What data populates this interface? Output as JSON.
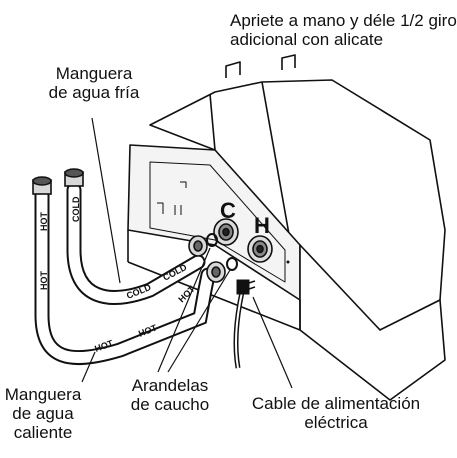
{
  "labels": {
    "instruction": [
      "Apriete a mano y déle 1/2 giro",
      "adicional con alicate"
    ],
    "cold_hose": [
      "Manguera",
      "de agua fría"
    ],
    "hot_hose": [
      "Manguera",
      "de agua",
      "caliente"
    ],
    "washers": [
      "Arandelas",
      "de caucho"
    ],
    "power_cord": [
      "Cable de alimentación",
      "eléctrica"
    ]
  },
  "valve_letters": {
    "cold": "C",
    "hot": "H"
  },
  "hose_markings": {
    "cold": "COLD",
    "hot": "HOT"
  }
}
